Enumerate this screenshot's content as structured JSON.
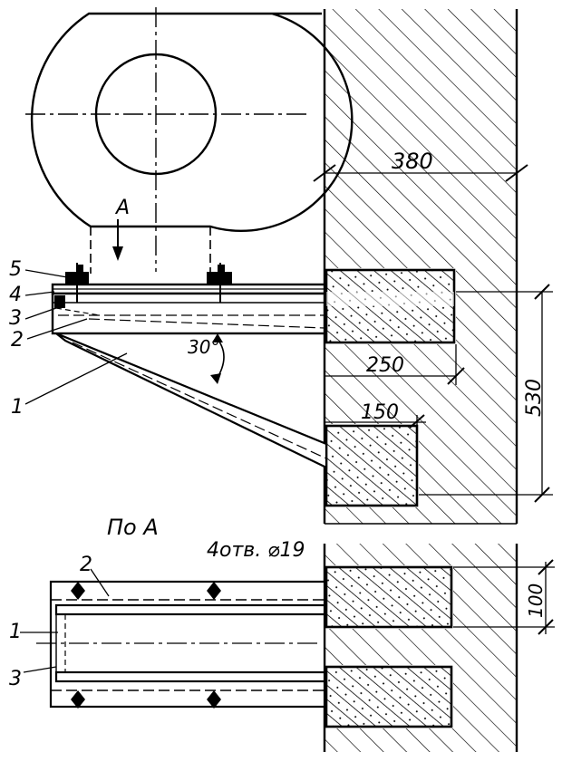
{
  "labels": {
    "wall_thickness": "380",
    "block_top_width": "250",
    "block_bottom_width": "150",
    "vertical_span": "530",
    "angle": "30°",
    "arrow_letter": "А",
    "view_title": "По А",
    "holes_note": "4отв. ⌀19",
    "plan_dim": "100",
    "callouts": [
      "5",
      "4",
      "3",
      "2",
      "1",
      "2",
      "1",
      "3"
    ]
  },
  "colors": {
    "line": "#000000",
    "paper": "#ffffff"
  }
}
